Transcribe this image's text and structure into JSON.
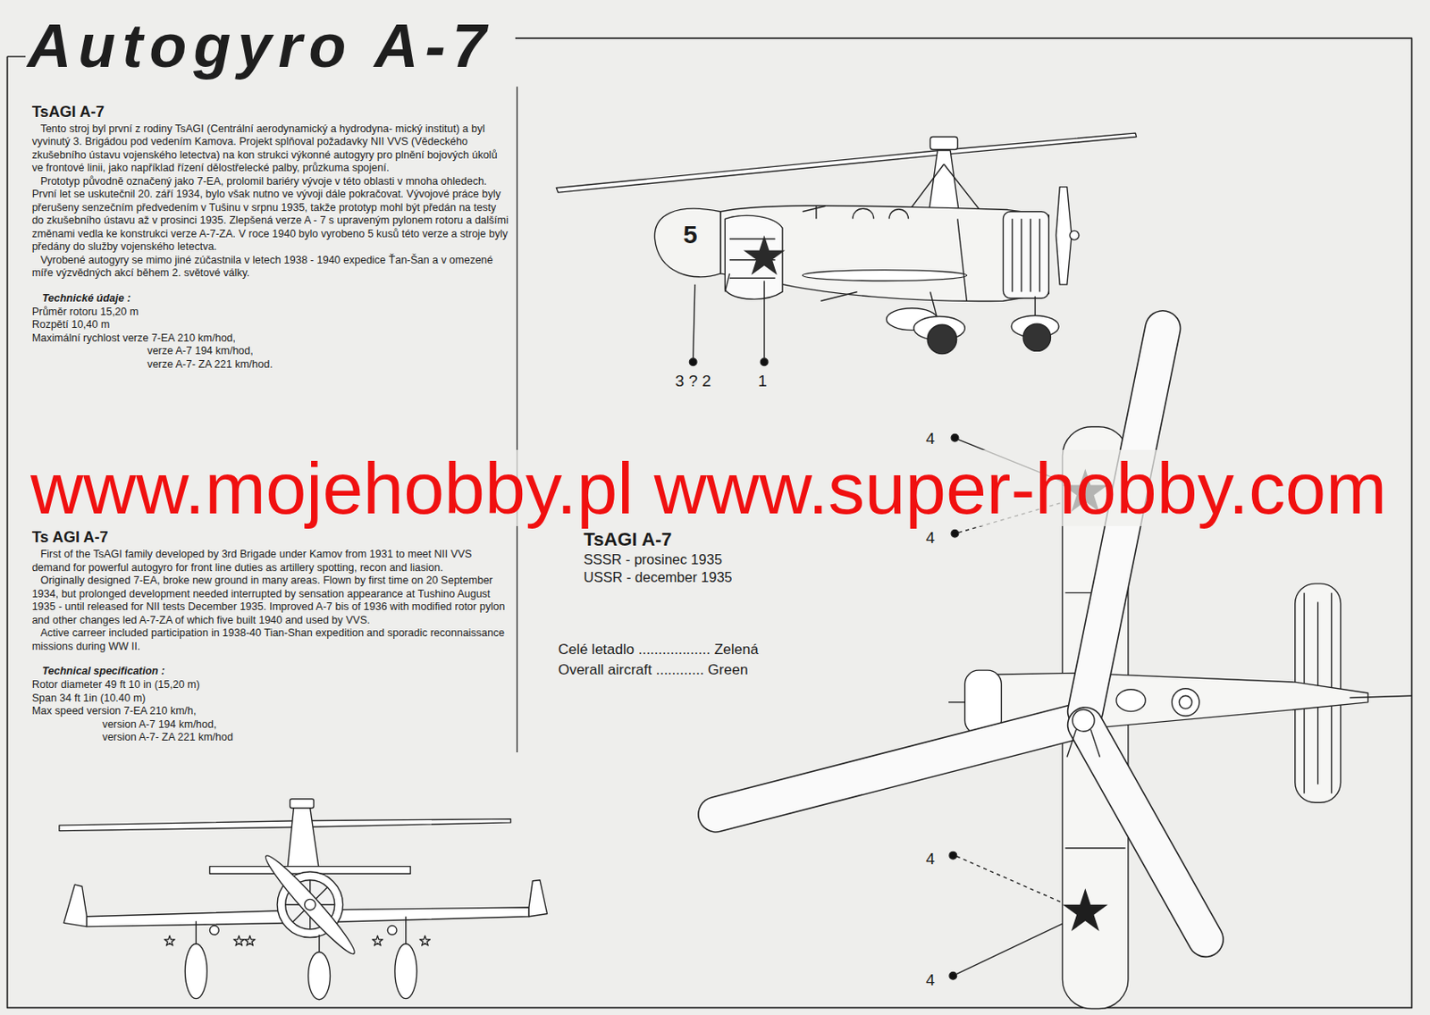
{
  "diagram": {
    "title": "Autogyro A-7",
    "labels": [
      "TsAGI A-7",
      "Tento stroj byl první z rodiny TsAGI (Centrální aerodynamický a hydrodyna- mický institut) a byl vyvinutý 3. Brigádou pod vedením Kamova. Projekt splňoval požadavky NII VVS (Vědeckého zkušebního ústavu vojenského letectva) na kon strukci výkonné autogyry pro plnění bojových úkolů ve frontové linii, jako například řízení dělostřelecké palby, průzkuma spojení.",
      "Prototyp původně označený jako 7-EA, prolomil bariéry vývoje v této oblasti v mnoha ohledech. První let se uskutečnil 20. září 1934, bylo však nutno ve vývoji dále pokračovat. Vývojové práce byly přerušeny senzečním předvedením v Tušinu v srpnu 1935, takže prototyp mohl být předán na testy do zkušebního ústavu až v prosinci 1935. Zlepšená verze A - 7 s upraveným pylonem rotoru a dalšími změnami vedla ke konstrukci verze A-7-ZA. V roce 1940 bylo vyrobeno 5 kusů této verze a stroje byly předány do služby vojenského letectva.",
      "Vyrobené autogyry se mimo jiné zúčastnila v letech 1938 - 1940 expedice Ťan-Šan a v omezené míře výzvědných akcí během 2. světové války.",
      "Technické údaje :",
      "Průměr rotoru 15,20 m",
      "Rozpětí 10,40 m",
      "Maximální rychlost verze 7-EA 210 km/hod,",
      "verze A-7 194 km/hod,",
      "verze A-7- ZA 221 km/hod.",
      "Ts AGI A-7",
      "First of the TsAGI family developed by 3rd Brigade under Kamov from 1931 to meet NII VVS demand for powerful autogyro for front line duties as artillery spotting, recon and liasion.",
      "Originally designed 7-EA, broke new ground in many areas. Flown by first time on 20 September 1934, but prolonged development needed interrupted by sensation appearance at Tushino August 1935 - until released for NII tests December 1935. Improved A-7 bis of 1936 with modified rotor pylon and other changes led A-7-ZA of which five built 1940 and used by VVS.",
      "Active carreer included participation in 1938-40 Tian-Shan expedition and sporadic reconnaissance missions during WW II.",
      "Technical specification :",
      "Rotor diameter 49 ft 10 in (15,20 m)",
      "Span 34 ft 1in (10.40 m)",
      "Max speed version 7-EA 210 km/h,",
      "version A-7 194 km/hod,",
      "version A-7- ZA 221 km/hod",
      "5",
      "3 ? 2",
      "1",
      "TsAGI A-7",
      "SSSR - prosinec 1935",
      "USSR - december 1935",
      "Celé letadlo .................. Zelená",
      "Overall aircraft ............ Green",
      "4",
      "4",
      "4",
      "4",
      "www.mojehobby.pl www.super-hobby.com"
    ]
  }
}
